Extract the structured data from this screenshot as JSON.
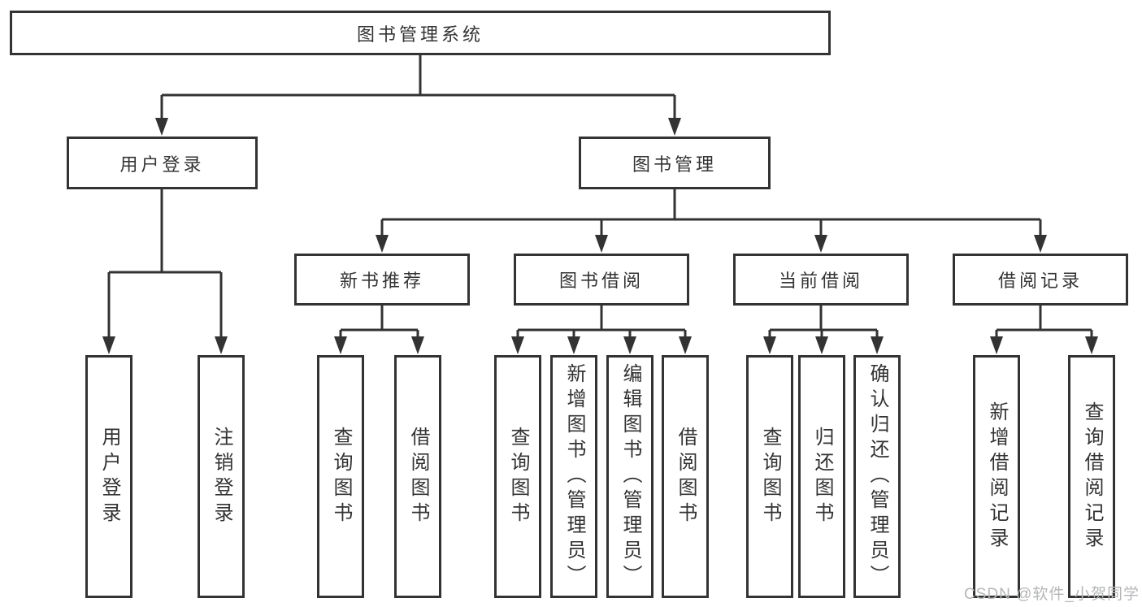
{
  "tree": {
    "label": "图书管理系统",
    "children": [
      {
        "label": "用户登录",
        "children": [
          {
            "label": "用户登录"
          },
          {
            "label": "注销登录"
          }
        ]
      },
      {
        "label": "图书管理",
        "children": [
          {
            "label": "新书推荐",
            "children": [
              {
                "label": "查询图书"
              },
              {
                "label": "借阅图书"
              }
            ]
          },
          {
            "label": "图书借阅",
            "children": [
              {
                "label": "查询图书"
              },
              {
                "label": "新增图书（管理员）"
              },
              {
                "label": "编辑图书（管理员）"
              },
              {
                "label": "借阅图书"
              }
            ]
          },
          {
            "label": "当前借阅",
            "children": [
              {
                "label": "查询图书"
              },
              {
                "label": "归还图书"
              },
              {
                "label": "确认归还（管理员）"
              }
            ]
          },
          {
            "label": "借阅记录",
            "children": [
              {
                "label": "新增借阅记录"
              },
              {
                "label": "查询借阅记录"
              }
            ]
          }
        ]
      }
    ]
  },
  "watermark": {
    "text": "CSDN @软件_小贺同学"
  },
  "colors": {
    "line": "#333333",
    "box_border": "#333333",
    "text": "#333333",
    "watermark": "#b4b6b8",
    "background": "#ffffff"
  }
}
